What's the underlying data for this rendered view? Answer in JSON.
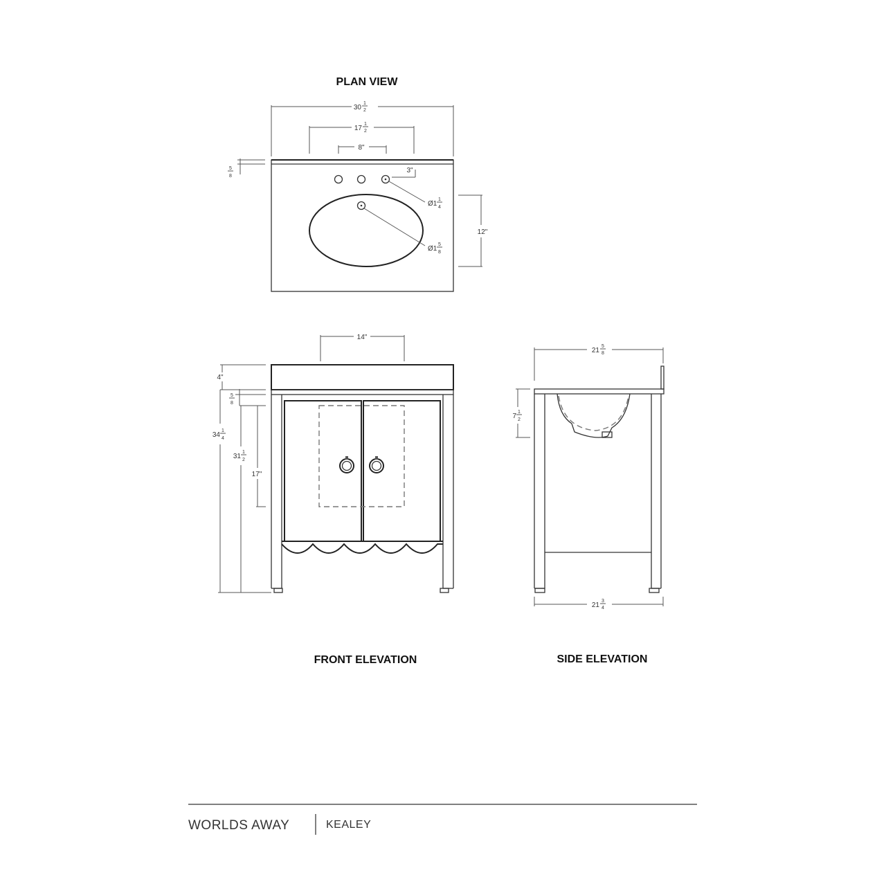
{
  "views": {
    "plan": {
      "title": "PLAN VIEW"
    },
    "front": {
      "title": "FRONT ELEVATION"
    },
    "side": {
      "title": "SIDE ELEVATION"
    }
  },
  "dimensions": {
    "overall_width": {
      "whole": "30",
      "num": "1",
      "den": "2"
    },
    "faucet_span": {
      "whole": "17",
      "num": "1",
      "den": "2"
    },
    "hole_spacing": {
      "text": "8\""
    },
    "back_offset": {
      "text": "3\""
    },
    "top_thickness": {
      "whole": "",
      "num": "5",
      "den": "8"
    },
    "hole_dia": {
      "whole": "Ø1",
      "num": "1",
      "den": "4"
    },
    "drain_dia": {
      "whole": "Ø1",
      "num": "5",
      "den": "8"
    },
    "basin_depth": {
      "text": "12\""
    },
    "basin_width": {
      "text": "14\""
    },
    "top_height": {
      "text": "4\""
    },
    "front_top_thickness": {
      "whole": "",
      "num": "5",
      "den": "8"
    },
    "overall_height": {
      "whole": "34",
      "num": "1",
      "den": "4"
    },
    "counter_height": {
      "whole": "31",
      "num": "1",
      "den": "2"
    },
    "door_height": {
      "text": "17\""
    },
    "top_depth": {
      "whole": "21",
      "num": "5",
      "den": "8"
    },
    "sink_depth": {
      "whole": "7",
      "num": "1",
      "den": "2"
    },
    "base_depth": {
      "whole": "21",
      "num": "3",
      "den": "4"
    }
  },
  "footer": {
    "brand": "WORLDS AWAY",
    "model": "KEALEY"
  }
}
